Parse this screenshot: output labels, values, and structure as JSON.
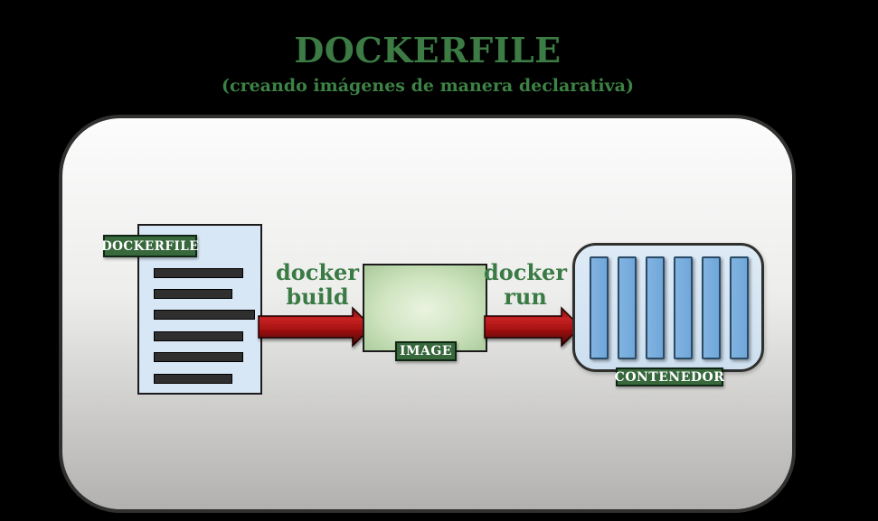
{
  "title": "DOCKERFILE",
  "subtitle": "(creando imágenes de manera declarativa)",
  "diagram": {
    "dockerfile": {
      "label": "DOCKERFILE",
      "line_widths": [
        99,
        87,
        112,
        99,
        99,
        87
      ]
    },
    "build_arrow": {
      "line1": "docker",
      "line2": "build"
    },
    "image": {
      "label": "IMAGE"
    },
    "run_arrow": {
      "line1": "docker",
      "line2": "run"
    },
    "container": {
      "label": "CONTENEDOR",
      "process_count": 6
    }
  },
  "colors": {
    "background": "#000000",
    "title_green": "#3C7B44",
    "badge_green": "#37693D",
    "badge_text": "#FFFFFF",
    "arrow_red": "#C01212",
    "document_blue": "#D8E7F6",
    "document_line_dark": "#2F2F2F",
    "container_blue": "#D5E5F3",
    "process_blue": "#72A9DC",
    "image_green_light": "#E8F3DF",
    "image_green_dark": "#A6C897",
    "panel_gradient_top": "#FCFCFC",
    "panel_gradient_bottom": "#B2B1AF"
  }
}
